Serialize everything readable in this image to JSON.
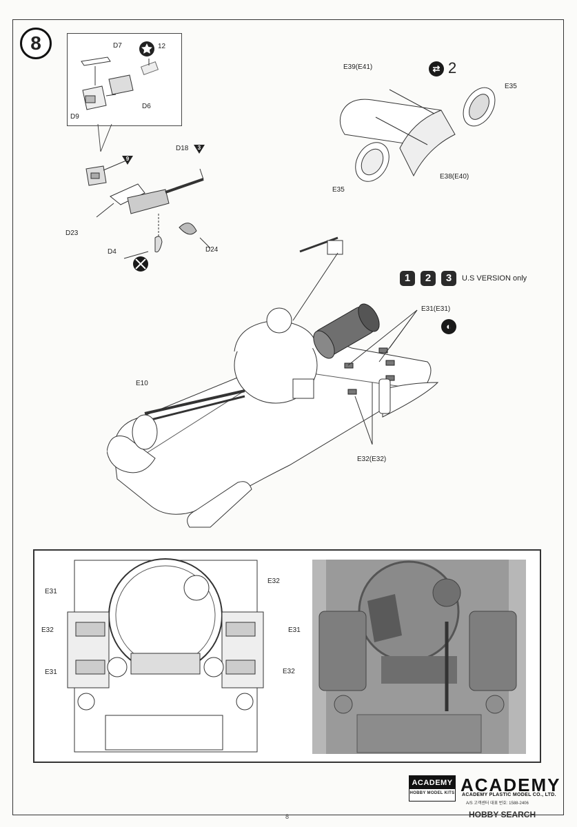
{
  "step": {
    "number": "8"
  },
  "inset": {
    "parts": {
      "d7": "D7",
      "d6": "D6",
      "d9": "D9"
    },
    "decal_number": "12",
    "decal_text": "Decal"
  },
  "machine_gun": {
    "badge_9": "9",
    "badge_3": "3",
    "parts": {
      "d18": "D18",
      "d23": "D23",
      "d24": "D24",
      "d4": "D4"
    }
  },
  "stowage": {
    "count": "2",
    "parts": {
      "e39": "E39(E41)",
      "e35_top": "E35",
      "e35_bottom": "E35",
      "e38": "E38(E40)"
    }
  },
  "version_note": {
    "badges": [
      "1",
      "2",
      "3"
    ],
    "text": "U.S VERSION only"
  },
  "hull": {
    "parts": {
      "e31": "E31(E31)",
      "e10": "E10",
      "e32": "E32(E32)"
    }
  },
  "rear_view": {
    "labels": {
      "e31_left_top": "E31",
      "e32_left": "E32",
      "e31_left_bottom": "E31",
      "e32_right_top": "E32",
      "e31_right": "E31",
      "e32_right_bottom": "E32"
    }
  },
  "footer": {
    "logo_top": "ACADEMY",
    "logo_bottom": "HOBBY MODEL KITS",
    "brand": "ACADEMY",
    "company": "ACADEMY PLASTIC MODEL CO., LTD.",
    "service": "A/S 고객센터 대표 번호: 1588-2406",
    "page": "8",
    "watermark": "HOBBY SEARCH"
  }
}
